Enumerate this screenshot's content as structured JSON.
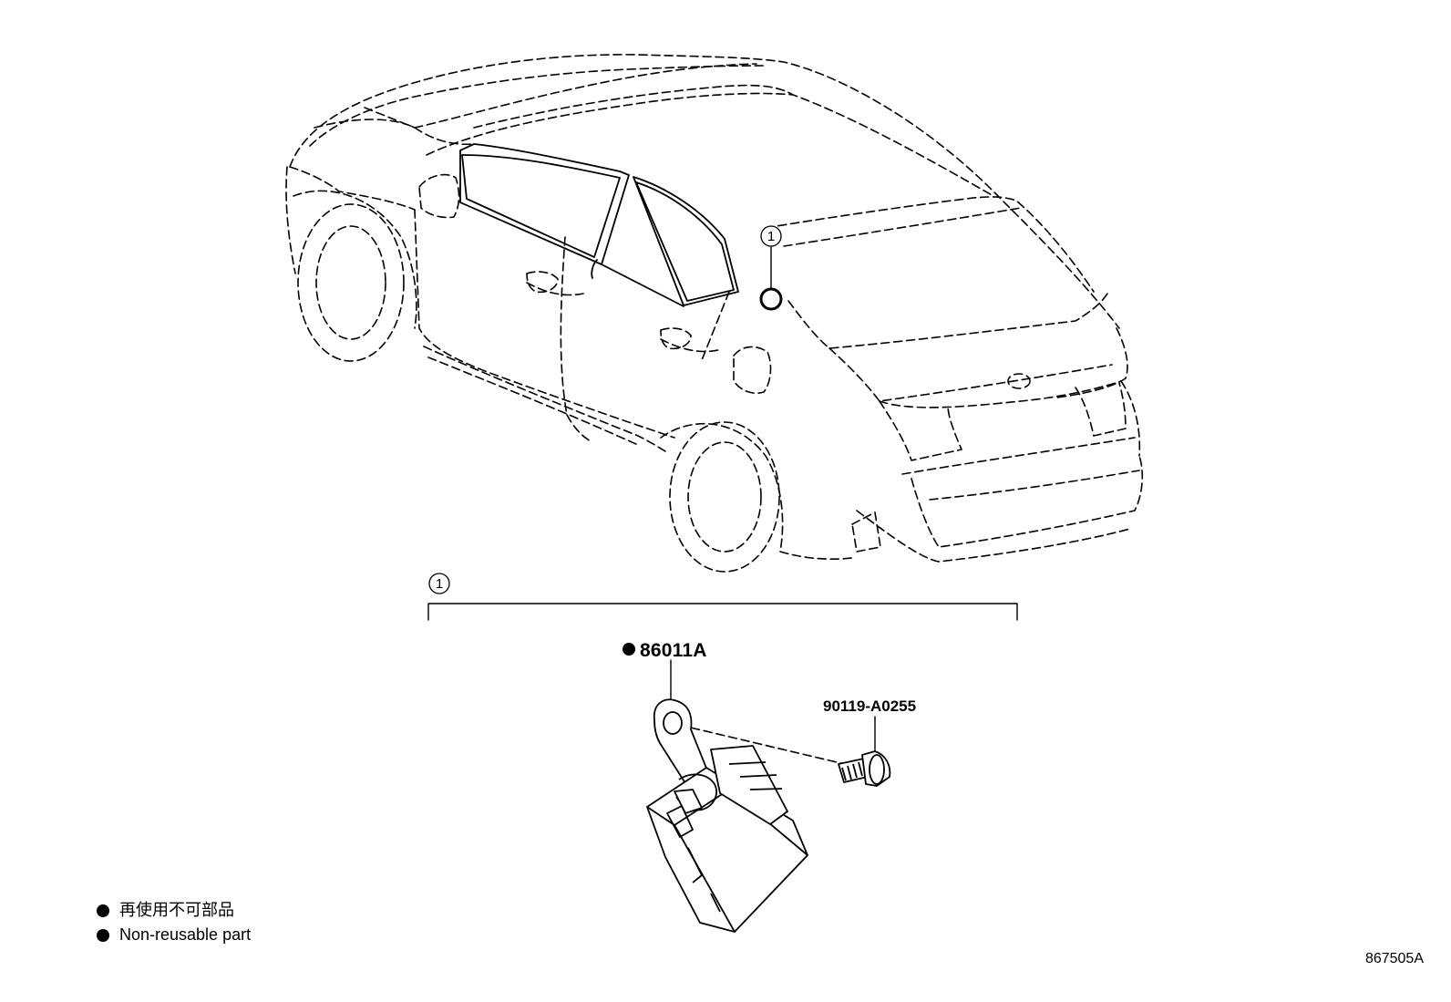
{
  "callouts": {
    "vehicle_marker": "1",
    "group_bracket": "1"
  },
  "parts": {
    "sensor": "86011A",
    "bolt": "90119-A0255"
  },
  "legend": {
    "line_jp": "再使用不可部品",
    "line_en": "Non-reusable part"
  },
  "figure_id": "867505A",
  "icons": {
    "non_reusable_marker": "filled-circle-icon"
  }
}
